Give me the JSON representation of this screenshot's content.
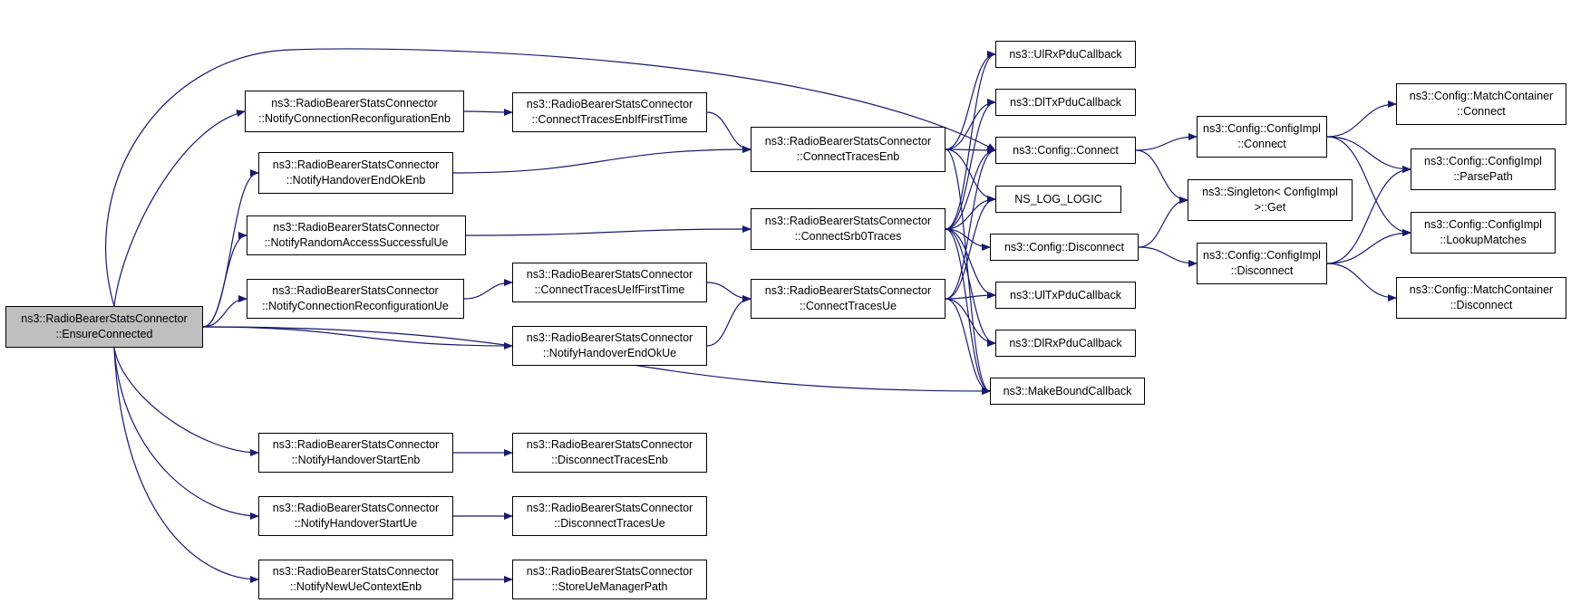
{
  "graph": {
    "title": "",
    "edge_color": "#191970",
    "root_fill": "#bfbfbf",
    "nodes": [
      {
        "id": "ensure",
        "lines": [
          "ns3::RadioBearerStatsConnector",
          "::EnsureConnected"
        ],
        "root": true
      },
      {
        "id": "ncrEnb",
        "lines": [
          "ns3::RadioBearerStatsConnector",
          "::NotifyConnectionReconfigurationEnb"
        ]
      },
      {
        "id": "nheoEnb",
        "lines": [
          "ns3::RadioBearerStatsConnector",
          "::NotifyHandoverEndOkEnb"
        ]
      },
      {
        "id": "nrasUe",
        "lines": [
          "ns3::RadioBearerStatsConnector",
          "::NotifyRandomAccessSuccessfulUe"
        ]
      },
      {
        "id": "ncrUe",
        "lines": [
          "ns3::RadioBearerStatsConnector",
          "::NotifyConnectionReconfigurationUe"
        ]
      },
      {
        "id": "nhsEnb",
        "lines": [
          "ns3::RadioBearerStatsConnector",
          "::NotifyHandoverStartEnb"
        ]
      },
      {
        "id": "nhsUe",
        "lines": [
          "ns3::RadioBearerStatsConnector",
          "::NotifyHandoverStartUe"
        ]
      },
      {
        "id": "nnuce",
        "lines": [
          "ns3::RadioBearerStatsConnector",
          "::NotifyNewUeContextEnb"
        ]
      },
      {
        "id": "ctEnbIf",
        "lines": [
          "ns3::RadioBearerStatsConnector",
          "::ConnectTracesEnbIfFirstTime"
        ]
      },
      {
        "id": "ctUeIf",
        "lines": [
          "ns3::RadioBearerStatsConnector",
          "::ConnectTracesUeIfFirstTime"
        ]
      },
      {
        "id": "nheoUe",
        "lines": [
          "ns3::RadioBearerStatsConnector",
          "::NotifyHandoverEndOkUe"
        ]
      },
      {
        "id": "dtEnb",
        "lines": [
          "ns3::RadioBearerStatsConnector",
          "::DisconnectTracesEnb"
        ]
      },
      {
        "id": "dtUe",
        "lines": [
          "ns3::RadioBearerStatsConnector",
          "::DisconnectTracesUe"
        ]
      },
      {
        "id": "sump",
        "lines": [
          "ns3::RadioBearerStatsConnector",
          "::StoreUeManagerPath"
        ]
      },
      {
        "id": "ctEnb",
        "lines": [
          "ns3::RadioBearerStatsConnector",
          "::ConnectTracesEnb"
        ]
      },
      {
        "id": "srb0",
        "lines": [
          "ns3::RadioBearerStatsConnector",
          "::ConnectSrb0Traces"
        ]
      },
      {
        "id": "ctUe",
        "lines": [
          "ns3::RadioBearerStatsConnector",
          "::ConnectTracesUe"
        ]
      },
      {
        "id": "ulRx",
        "lines": [
          "ns3::UlRxPduCallback"
        ]
      },
      {
        "id": "dlTx",
        "lines": [
          "ns3::DlTxPduCallback"
        ]
      },
      {
        "id": "cfgConnect",
        "lines": [
          "ns3::Config::Connect"
        ]
      },
      {
        "id": "nslog",
        "lines": [
          "NS_LOG_LOGIC"
        ]
      },
      {
        "id": "cfgDisc",
        "lines": [
          "ns3::Config::Disconnect"
        ]
      },
      {
        "id": "ulTx",
        "lines": [
          "ns3::UlTxPduCallback"
        ]
      },
      {
        "id": "dlRx",
        "lines": [
          "ns3::DlRxPduCallback"
        ]
      },
      {
        "id": "mbc",
        "lines": [
          "ns3::MakeBoundCallback"
        ]
      },
      {
        "id": "implConnect",
        "lines": [
          "ns3::Config::ConfigImpl",
          "::Connect"
        ]
      },
      {
        "id": "singleton",
        "lines": [
          "ns3::Singleton< ConfigImpl",
          ">::Get"
        ]
      },
      {
        "id": "implDisc",
        "lines": [
          "ns3::Config::ConfigImpl",
          "::Disconnect"
        ]
      },
      {
        "id": "mcConnect",
        "lines": [
          "ns3::Config::MatchContainer",
          "::Connect"
        ]
      },
      {
        "id": "parsePath",
        "lines": [
          "ns3::Config::ConfigImpl",
          "::ParsePath"
        ]
      },
      {
        "id": "lookup",
        "lines": [
          "ns3::Config::ConfigImpl",
          "::LookupMatches"
        ]
      },
      {
        "id": "mcDisc",
        "lines": [
          "ns3::Config::MatchContainer",
          "::Disconnect"
        ]
      }
    ],
    "edges": [
      [
        "ensure",
        "ncrEnb"
      ],
      [
        "ensure",
        "nheoEnb"
      ],
      [
        "ensure",
        "nrasUe"
      ],
      [
        "ensure",
        "ncrUe"
      ],
      [
        "ensure",
        "nheoUe"
      ],
      [
        "ensure",
        "nhsEnb"
      ],
      [
        "ensure",
        "nhsUe"
      ],
      [
        "ensure",
        "nnuce"
      ],
      [
        "ensure",
        "cfgConnect"
      ],
      [
        "ensure",
        "mbc"
      ],
      [
        "ncrEnb",
        "ctEnbIf"
      ],
      [
        "ctEnbIf",
        "ctEnb"
      ],
      [
        "nheoEnb",
        "ctEnb"
      ],
      [
        "nrasUe",
        "srb0"
      ],
      [
        "ncrUe",
        "ctUeIf"
      ],
      [
        "ctUeIf",
        "ctUe"
      ],
      [
        "nheoUe",
        "ctUe"
      ],
      [
        "nhsEnb",
        "dtEnb"
      ],
      [
        "nhsUe",
        "dtUe"
      ],
      [
        "nnuce",
        "sump"
      ],
      [
        "ctEnb",
        "ulRx"
      ],
      [
        "ctEnb",
        "dlTx"
      ],
      [
        "ctEnb",
        "cfgConnect"
      ],
      [
        "ctEnb",
        "nslog"
      ],
      [
        "ctEnb",
        "mbc"
      ],
      [
        "srb0",
        "ulRx"
      ],
      [
        "srb0",
        "dlTx"
      ],
      [
        "srb0",
        "cfgConnect"
      ],
      [
        "srb0",
        "nslog"
      ],
      [
        "srb0",
        "cfgDisc"
      ],
      [
        "srb0",
        "ulTx"
      ],
      [
        "srb0",
        "dlRx"
      ],
      [
        "srb0",
        "mbc"
      ],
      [
        "ctUe",
        "cfgConnect"
      ],
      [
        "ctUe",
        "nslog"
      ],
      [
        "ctUe",
        "ulTx"
      ],
      [
        "ctUe",
        "dlRx"
      ],
      [
        "ctUe",
        "mbc"
      ],
      [
        "cfgConnect",
        "implConnect"
      ],
      [
        "cfgConnect",
        "singleton"
      ],
      [
        "cfgDisc",
        "singleton"
      ],
      [
        "cfgDisc",
        "implDisc"
      ],
      [
        "implConnect",
        "mcConnect"
      ],
      [
        "implConnect",
        "parsePath"
      ],
      [
        "implConnect",
        "lookup"
      ],
      [
        "implDisc",
        "parsePath"
      ],
      [
        "implDisc",
        "lookup"
      ],
      [
        "implDisc",
        "mcDisc"
      ]
    ]
  }
}
